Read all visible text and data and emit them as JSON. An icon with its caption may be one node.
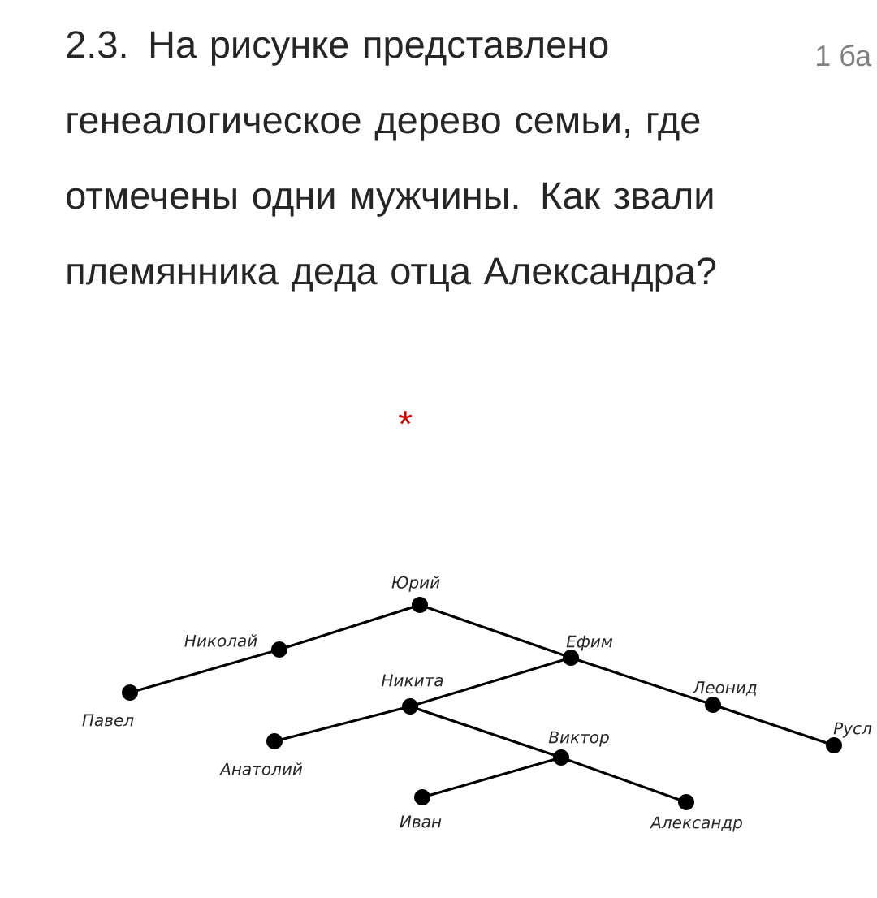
{
  "diagram": {
    "title": "2.3. На рисунке представлено генеалогическое дерево семьи, где отмечены одни мужчины. Как звали племянника деда отца Александра?",
    "nodes": [
      {
        "text": [
          "Юрий"
        ]
      },
      {
        "text": [
          "Николай"
        ]
      },
      {
        "text": [
          "Ефим"
        ]
      },
      {
        "text": [
          "Павел"
        ]
      },
      {
        "text": [
          "Никита"
        ]
      },
      {
        "text": [
          "Леонид"
        ]
      },
      {
        "text": [
          "Анатолий"
        ]
      },
      {
        "text": [
          "Виктор"
        ]
      },
      {
        "text": [
          "Русл"
        ]
      },
      {
        "text": [
          "Иван"
        ]
      },
      {
        "text": [
          "Александр"
        ]
      }
    ],
    "edges": [
      {
        "from": 0,
        "to": 1,
        "arrow": "none"
      },
      {
        "from": 1,
        "to": 3,
        "arrow": "none"
      },
      {
        "from": 0,
        "to": 2,
        "arrow": "none"
      },
      {
        "from": 2,
        "to": 4,
        "arrow": "none"
      },
      {
        "from": 2,
        "to": 5,
        "arrow": "none"
      },
      {
        "from": 5,
        "to": 8,
        "arrow": "none"
      },
      {
        "from": 4,
        "to": 6,
        "arrow": "none"
      },
      {
        "from": 4,
        "to": 7,
        "arrow": "none"
      },
      {
        "from": 7,
        "to": 9,
        "arrow": "none"
      },
      {
        "from": 7,
        "to": 10,
        "arrow": "none"
      }
    ],
    "labels": [
      "1 ба",
      "*"
    ]
  }
}
